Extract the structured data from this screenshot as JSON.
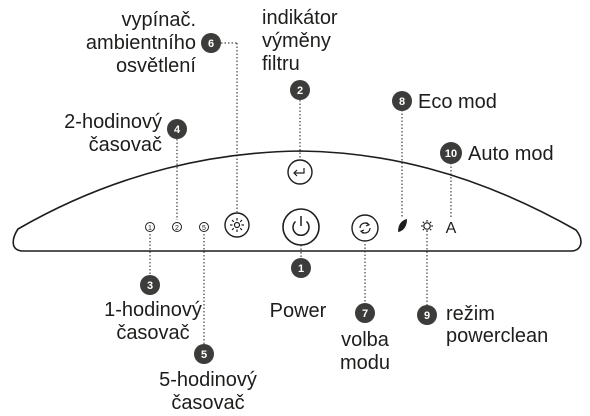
{
  "labels": {
    "ambient_light": [
      "vypínač.",
      "ambientního",
      "osvětlení"
    ],
    "filter_indicator": [
      "indikátor",
      "výměny",
      "filtru"
    ],
    "eco_mode": "Eco mod",
    "auto_mode": "Auto mod",
    "timer_2h": [
      "2-hodinový",
      "časovač"
    ],
    "timer_1h": [
      "1-hodinový",
      "časovač"
    ],
    "timer_5h": [
      "5-hodinový",
      "časovač"
    ],
    "power": "Power",
    "mode_select": [
      "volba",
      "modu"
    ],
    "powerclean": [
      "režim",
      "powerclean"
    ],
    "auto_glyph": "A"
  },
  "badges": {
    "power": "1",
    "filter": "2",
    "timer_1h": "3",
    "timer_2h": "4",
    "timer_5h": "5",
    "ambient": "6",
    "mode": "7",
    "eco": "8",
    "powerclean": "9",
    "auto": "10"
  },
  "colors": {
    "ink": "#1d1d1b",
    "badge": "#3c3c3b",
    "panel": "#ffffff"
  },
  "icons": {
    "timer_1h": "timer-1-icon",
    "timer_2h": "timer-2-icon",
    "timer_5h": "timer-5-icon",
    "ambient": "sun-icon",
    "power": "power-icon",
    "filter": "filter-replace-icon",
    "mode": "cycle-icon",
    "eco": "leaf-icon",
    "powerclean": "gear-icon",
    "auto": "auto-icon"
  }
}
